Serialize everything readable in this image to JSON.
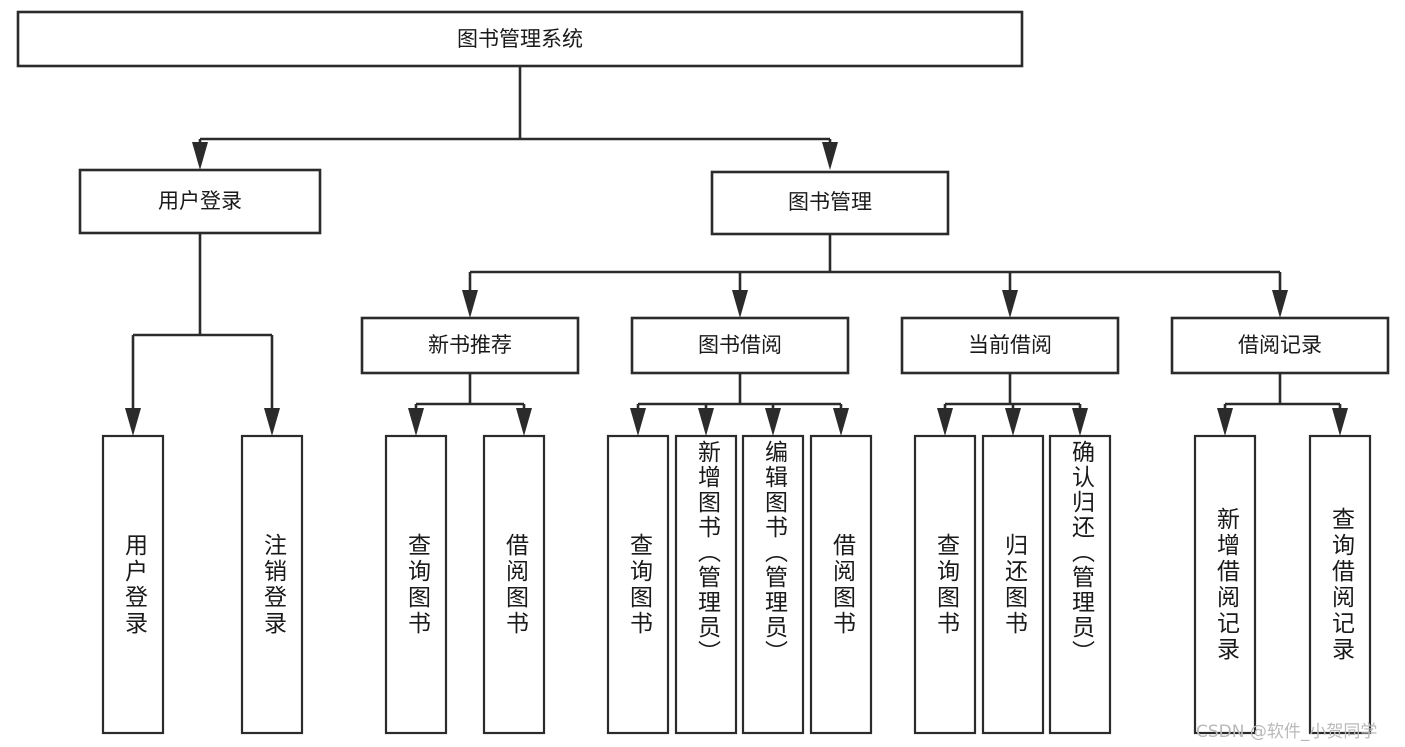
{
  "diagram": {
    "title_node": {
      "label": "图书管理系统"
    },
    "level2": [
      {
        "id": "user-login",
        "label": "用户登录"
      },
      {
        "id": "book-management",
        "label": "图书管理"
      }
    ],
    "level3": [
      {
        "id": "new-book-recommend",
        "label": "新书推荐"
      },
      {
        "id": "book-borrow",
        "label": "图书借阅"
      },
      {
        "id": "current-borrow",
        "label": "当前借阅"
      },
      {
        "id": "borrow-record",
        "label": "借阅记录"
      }
    ],
    "leaves": {
      "user_login": [
        {
          "id": "leaf-user-login",
          "label": "用户登录"
        },
        {
          "id": "leaf-user-logout",
          "label": "注销登录"
        }
      ],
      "new_book_recommend": [
        {
          "id": "leaf-query-book-1",
          "label": "查询图书"
        },
        {
          "id": "leaf-borrow-book-1",
          "label": "借阅图书"
        }
      ],
      "book_borrow": [
        {
          "id": "leaf-query-book-2",
          "label": "查询图书"
        },
        {
          "id": "leaf-add-book",
          "label": "新增图书（管理员）"
        },
        {
          "id": "leaf-edit-book",
          "label": "编辑图书（管理员）"
        },
        {
          "id": "leaf-borrow-book-2",
          "label": "借阅图书"
        }
      ],
      "current_borrow": [
        {
          "id": "leaf-query-book-3",
          "label": "查询图书"
        },
        {
          "id": "leaf-return-book",
          "label": "归还图书"
        },
        {
          "id": "leaf-confirm-return",
          "label": "确认归还（管理员）"
        }
      ],
      "borrow_record": [
        {
          "id": "leaf-add-record",
          "label": "新增借阅记录"
        },
        {
          "id": "leaf-query-record",
          "label": "查询借阅记录"
        }
      ]
    },
    "watermark": {
      "label": "CSDN @软件_小贺同学"
    },
    "colors": {
      "stroke": "#2b2b2b",
      "box_fill": "#ffffff",
      "text": "#1a1a1a",
      "watermark": "#b9b9b9",
      "background": "#ffffff"
    }
  }
}
